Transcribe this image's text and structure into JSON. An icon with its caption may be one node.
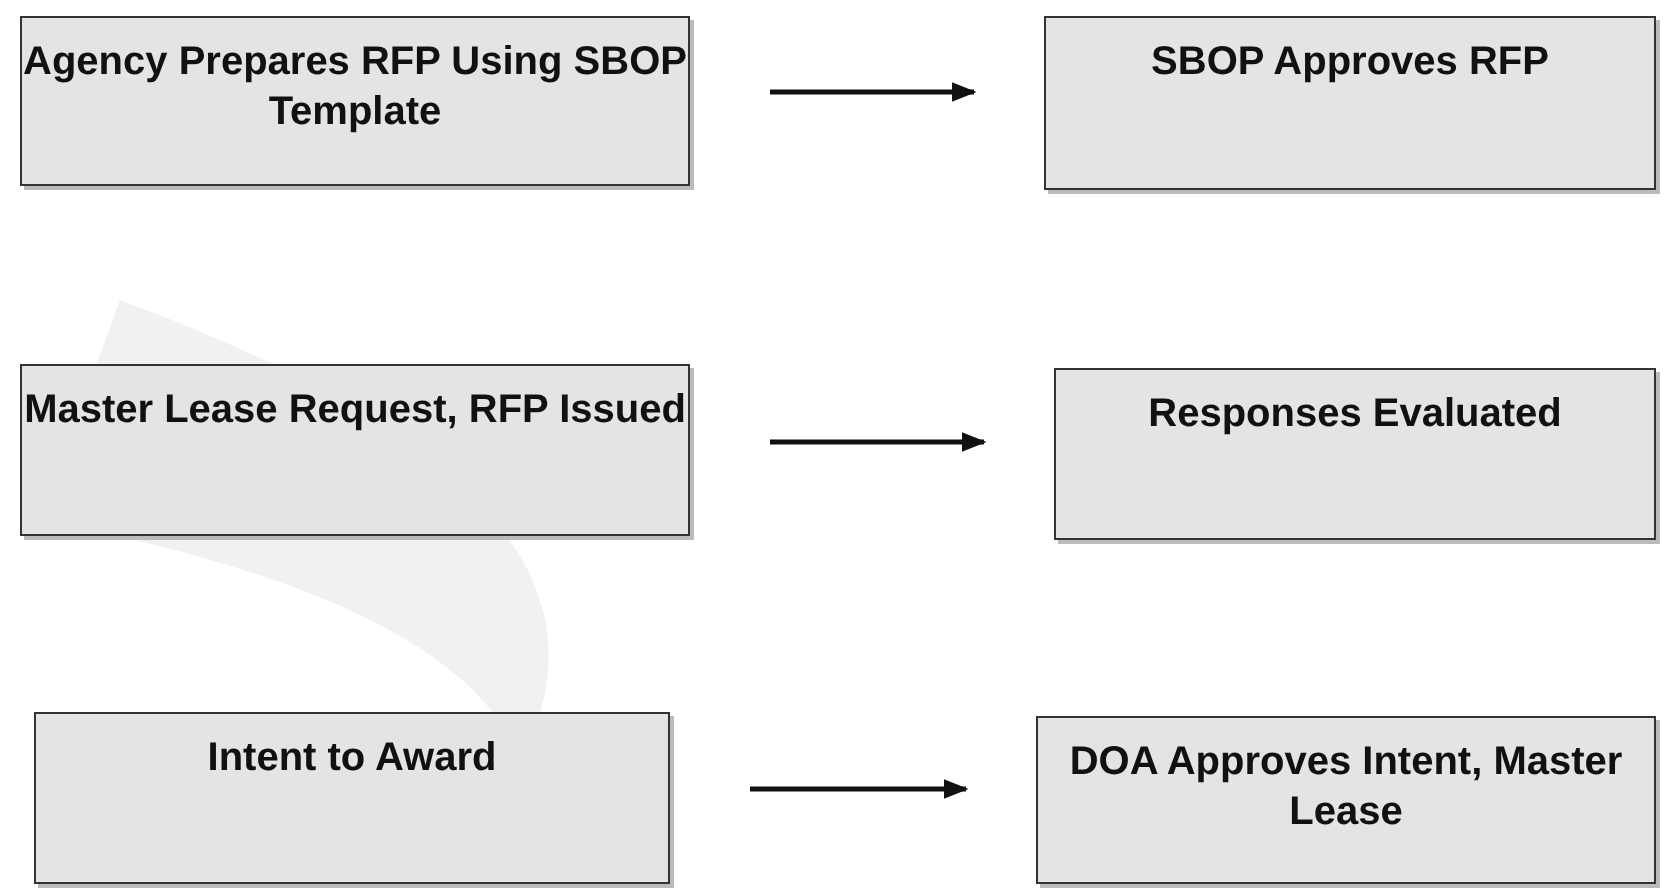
{
  "diagram": {
    "nodes": [
      {
        "text": [
          "Agency Prepares RFP Using SBOP Template"
        ]
      },
      {
        "text": [
          "SBOP Approves RFP"
        ]
      },
      {
        "text": [
          "Master Lease Request, RFP Issued"
        ]
      },
      {
        "text": [
          "Responses Evaluated"
        ]
      },
      {
        "text": [
          "Intent to Award"
        ]
      },
      {
        "text": [
          "DOA Approves Intent, Master Lease"
        ]
      }
    ],
    "edges": [
      {
        "from": 0,
        "to": 1,
        "arrow": "to"
      },
      {
        "from": 2,
        "to": 3,
        "arrow": "to"
      },
      {
        "from": 4,
        "to": 5,
        "arrow": "to"
      }
    ]
  }
}
